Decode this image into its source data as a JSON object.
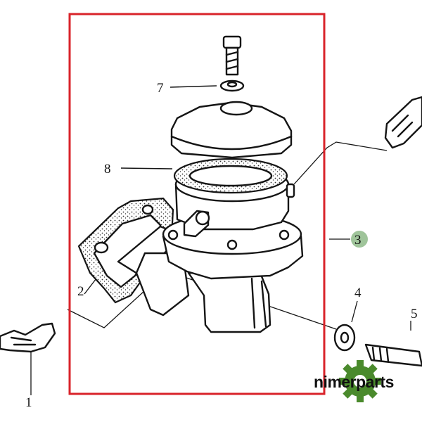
{
  "callouts": {
    "c1": "1",
    "c2": "2",
    "c3": "3",
    "c4": "4",
    "c5": "5",
    "c7": "7",
    "c8": "8"
  },
  "logo": {
    "text": "nimerparts",
    "gear_color": "#4a8a2c"
  },
  "colors": {
    "highlight_frame": "#d9232a",
    "badge_fill": "#9fc49a",
    "line": "#151515"
  }
}
